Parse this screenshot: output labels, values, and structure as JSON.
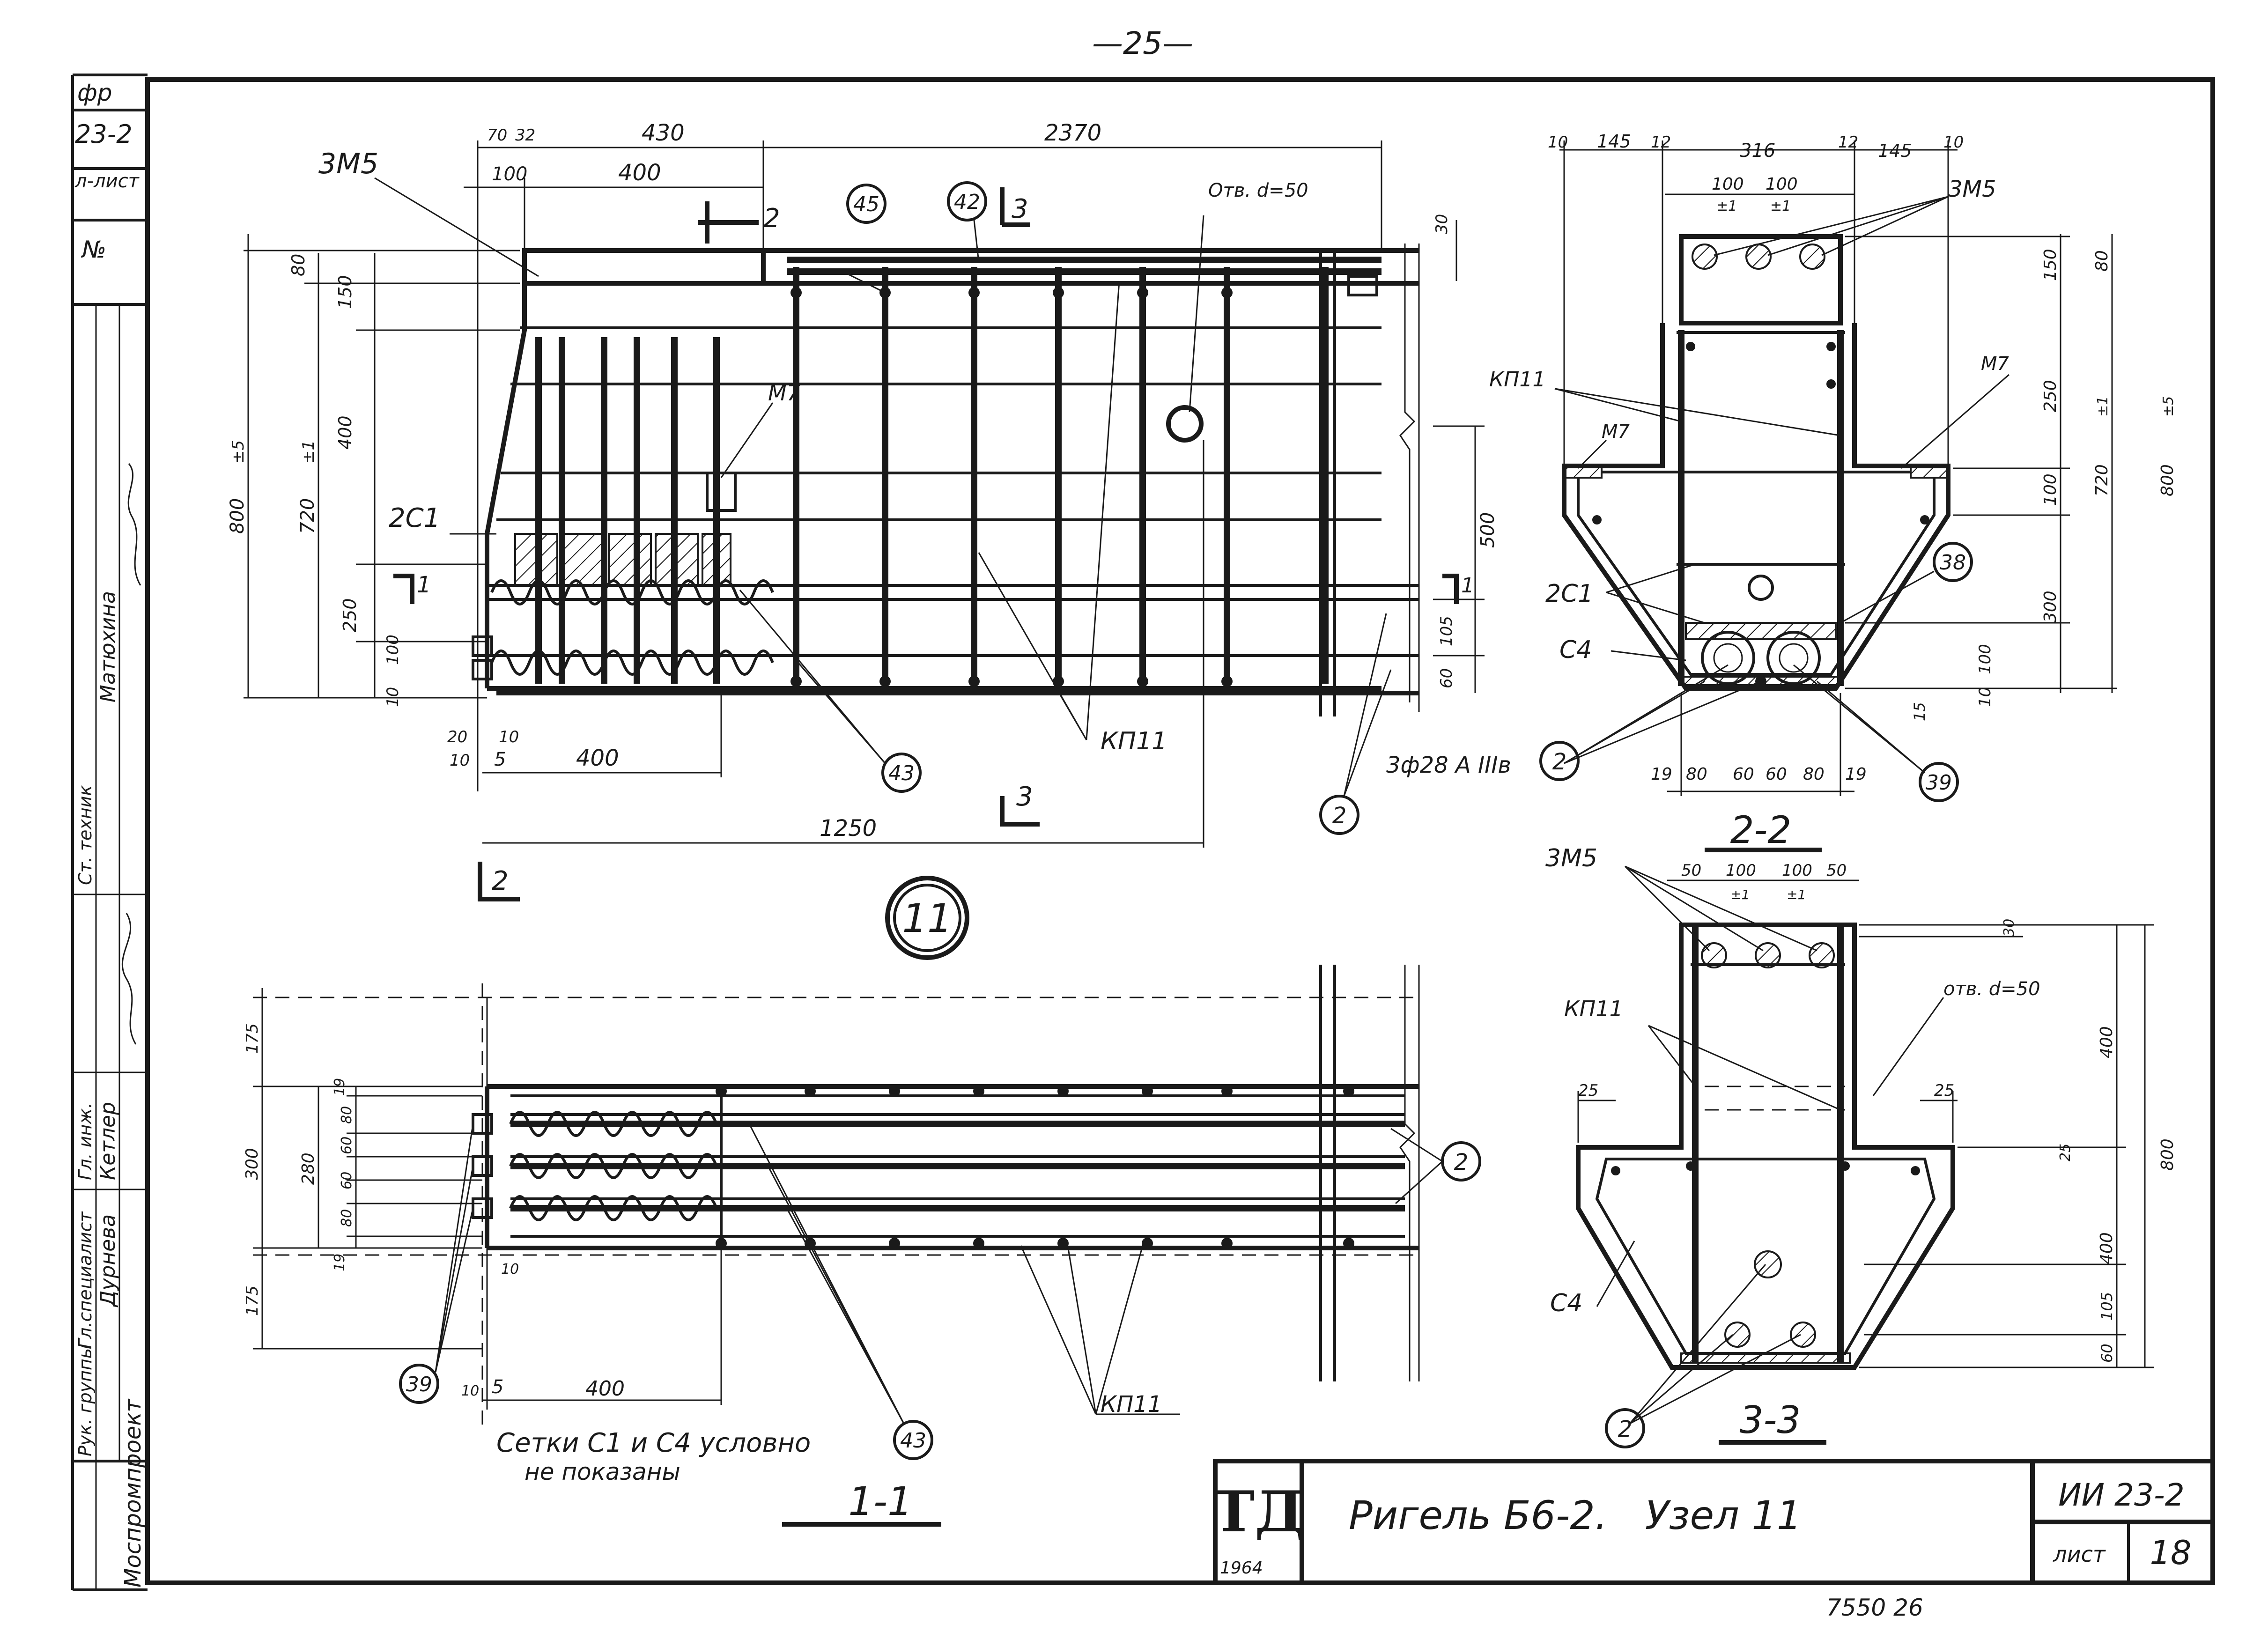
{
  "page": {
    "page_number": "—25—",
    "archive_number": "7550 26",
    "footnote_line1": "Сетки С1 и С4 условно",
    "footnote_line2": "не показаны"
  },
  "title_block": {
    "logo": "ТД",
    "logo_year": "1964",
    "title": "Ригель Б6-2.   Узел 11",
    "series": "ИИ 23-2",
    "sheet_label": "лист",
    "sheet_number": "18"
  },
  "left_stamp": {
    "ref_lines": [
      "фр",
      "23-2",
      "л-лист",
      "№"
    ],
    "organization": "Моспромпроект",
    "roles": [
      "Рук. группы",
      "Гл.специалист",
      "Гл. инж.",
      "Ст. техник"
    ],
    "names": [
      "Дурнева",
      "Кетлер",
      "Матюхина"
    ]
  },
  "node_label": "11",
  "elevation": {
    "dims_top": [
      "70",
      "32",
      "430",
      "2370",
      "100",
      "400"
    ],
    "dims_left": [
      "800",
      "720",
      "±5",
      "±1",
      "80",
      "150",
      "400",
      "250",
      "100",
      "10"
    ],
    "dims_right": [
      "30",
      "500",
      "105",
      "60"
    ],
    "dims_bottom": [
      "20",
      "10",
      "10",
      "5",
      "400",
      "1250"
    ],
    "callouts": [
      "3М5",
      "М7",
      "2С1",
      "Отв. d=50",
      "КП11",
      "3ф28 А ІІІв"
    ],
    "balloons": [
      "45",
      "42",
      "43",
      "2"
    ],
    "section_marks": [
      "1",
      "1",
      "2",
      "2",
      "3",
      "3"
    ]
  },
  "section_2_2": {
    "title": "2-2",
    "dims_top": [
      "10",
      "145",
      "12",
      "316",
      "12",
      "145",
      "10",
      "100",
      "100",
      "±1",
      "±1"
    ],
    "dims_right": [
      "80",
      "150",
      "250",
      "100",
      "300",
      "100",
      "10",
      "720",
      "800",
      "±1",
      "±5",
      "15"
    ],
    "dims_bottom": [
      "19",
      "80",
      "60",
      "60",
      "80",
      "19"
    ],
    "callouts": [
      "3М5",
      "КП11",
      "М7",
      "М7",
      "2С1",
      "С4"
    ],
    "balloons": [
      "38",
      "2",
      "39"
    ]
  },
  "section_3_3": {
    "title": "3-3",
    "dims_top": [
      "50",
      "100",
      "100",
      "50",
      "±1",
      "±1",
      "30",
      "25",
      "25"
    ],
    "dims_right": [
      "400",
      "800",
      "25",
      "400",
      "105",
      "60"
    ],
    "callouts": [
      "3М5",
      "КП11",
      "отв. d=50",
      "С4"
    ],
    "balloons": [
      "2"
    ]
  },
  "section_1_1": {
    "title": "1-1",
    "dims_left": [
      "175",
      "300",
      "280",
      "19",
      "80",
      "60",
      "60",
      "80",
      "19",
      "175"
    ],
    "dims_bottom": [
      "10",
      "10",
      "5",
      "400"
    ],
    "callouts": [
      "КП11"
    ],
    "balloons": [
      "2",
      "39",
      "43"
    ]
  }
}
